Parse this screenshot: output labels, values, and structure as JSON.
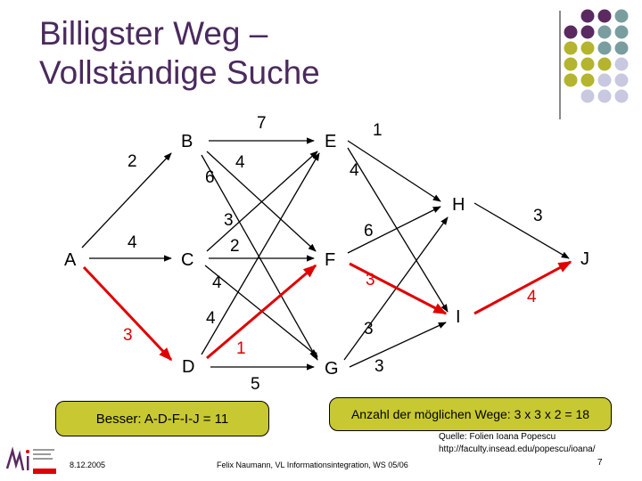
{
  "slide": {
    "title_line1": "Billigster Weg –",
    "title_line2": "Vollständige Suche",
    "better_path": "Besser: A-D-F-I-J = 11",
    "path_count": "Anzahl der möglichen Wege: 3 x 3 x 2 = 18",
    "source_line1": "Quelle: Folien Ioana Popescu",
    "source_line2": "http://faculty.insead.edu/popescu/ioana/",
    "date": "8.12.2005",
    "author": "Felix Naumann, VL Informationsintegration, WS 05/06",
    "page_number": "7"
  },
  "colors": {
    "title": "#4a2a5e",
    "purple": "#5a2a60",
    "teal": "#7a9ea0",
    "olive": "#b4b42e",
    "lavender": "#c8c8e0",
    "highlight_path": "#e00000",
    "box_fill": "#c8c832"
  },
  "graph": {
    "nodes": {
      "A": "A",
      "B": "B",
      "C": "C",
      "D": "D",
      "E": "E",
      "F": "F",
      "G": "G",
      "H": "H",
      "I": "I",
      "J": "J"
    },
    "weights": {
      "A_B": "2",
      "A_C": "4",
      "A_D": "3",
      "B_E": "7",
      "B_F": "4",
      "B_G": "6",
      "C_E": "3",
      "C_F": "2",
      "C_G": "4",
      "D_E": "4",
      "D_F": "1",
      "D_G": "5",
      "E_H": "1",
      "E_I": "4",
      "F_H": "6",
      "F_I": "3",
      "G_H": "3",
      "G_I": "3",
      "H_J": "3",
      "I_J": "4"
    }
  }
}
